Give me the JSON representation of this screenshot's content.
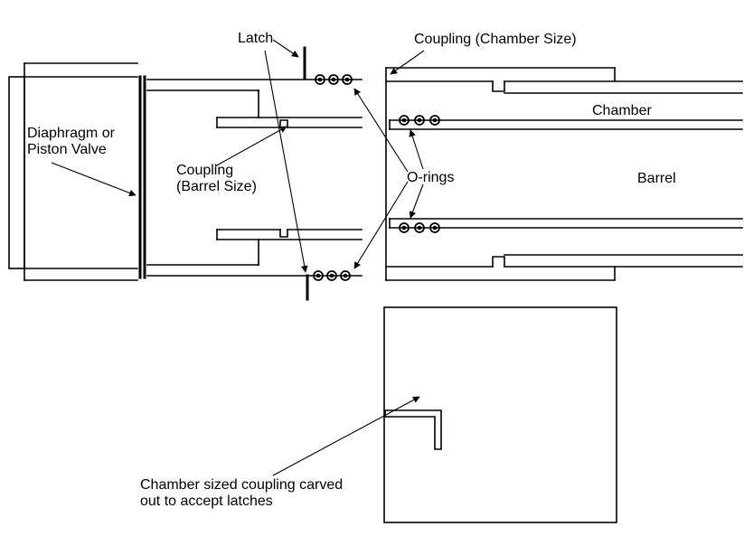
{
  "colors": {
    "line": "#000000",
    "background": "#ffffff"
  },
  "diagram": {
    "title_hint": "Pneumatic cannon quick-disconnect coupling cross-section",
    "labels": {
      "latch": "Latch",
      "coupling_chamber_size": "Coupling (Chamber Size)",
      "diaphragm_line1": "Diaphragm or",
      "diaphragm_line2": "Piston Valve",
      "coupling_barrel_line1": "Coupling",
      "coupling_barrel_line2": "(Barrel Size)",
      "orings": "O-rings",
      "chamber": "Chamber",
      "barrel": "Barrel",
      "carved_line1": "Chamber sized coupling carved",
      "carved_line2": "out to accept latches"
    }
  }
}
